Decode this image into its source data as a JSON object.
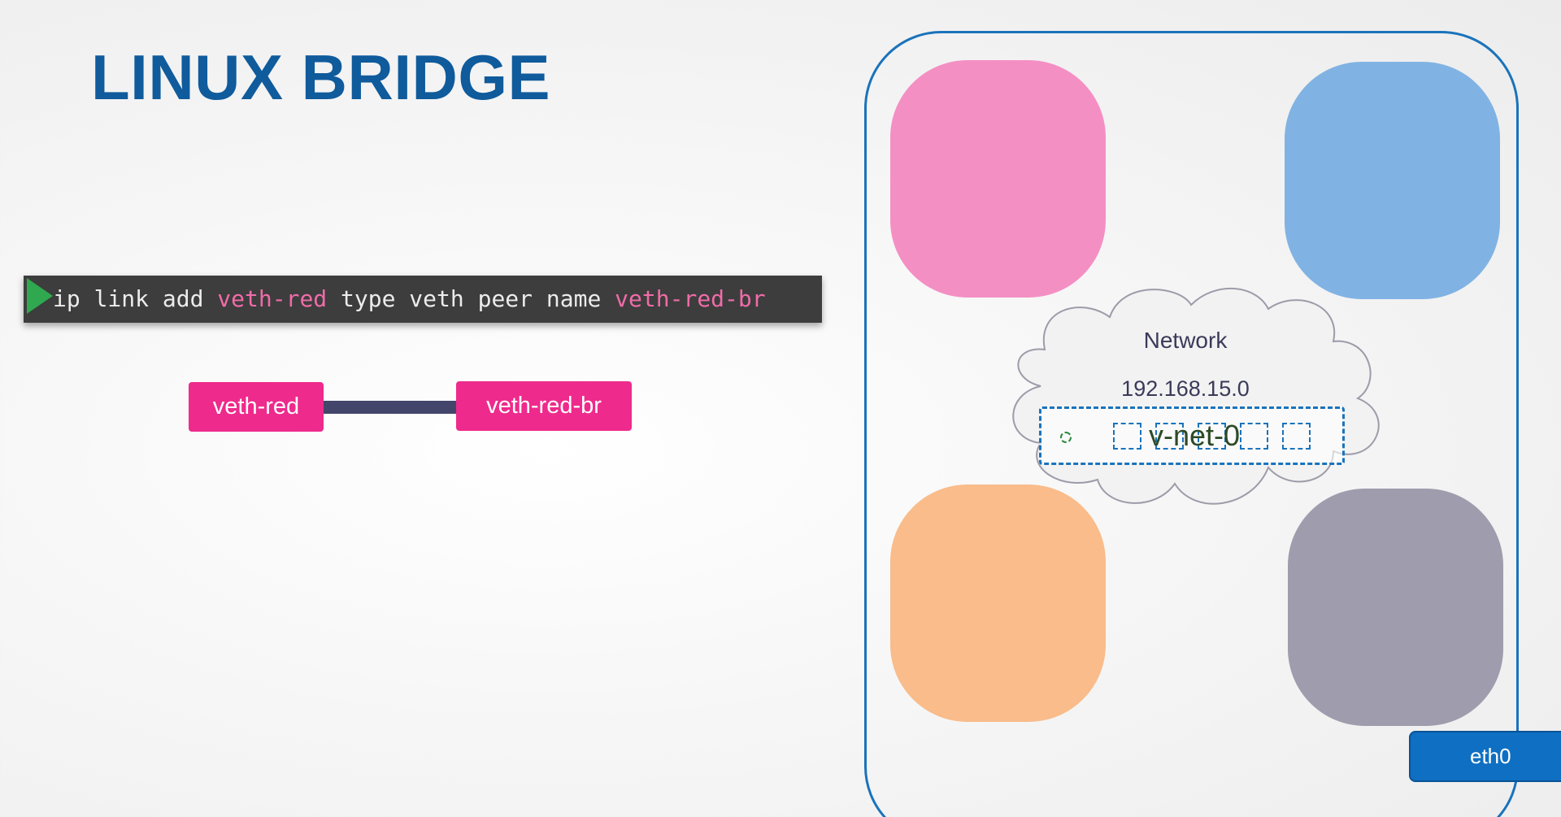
{
  "title": "LINUX BRIDGE",
  "command": {
    "parts": [
      "ip link add ",
      "veth-red",
      " type veth peer name ",
      "veth-red-br"
    ]
  },
  "veth_pair": {
    "left": "veth-red",
    "right": "veth-red-br"
  },
  "network": {
    "label": "Network",
    "address": "192.168.15.0",
    "bridge_name": "v-net-0"
  },
  "interface": "eth0",
  "colors": {
    "title": "#0f5b9c",
    "veth": "#ee2a8c",
    "host_border": "#1a73bb",
    "ns_red": "#f48fc3",
    "ns_blue": "#80b3e3",
    "ns_orange": "#f9bc8a",
    "ns_gray": "#9f9cad",
    "eth": "#0f6fc2"
  },
  "icons": {
    "prompt": "play-triangle-icon",
    "cloud": "cloud-icon"
  }
}
